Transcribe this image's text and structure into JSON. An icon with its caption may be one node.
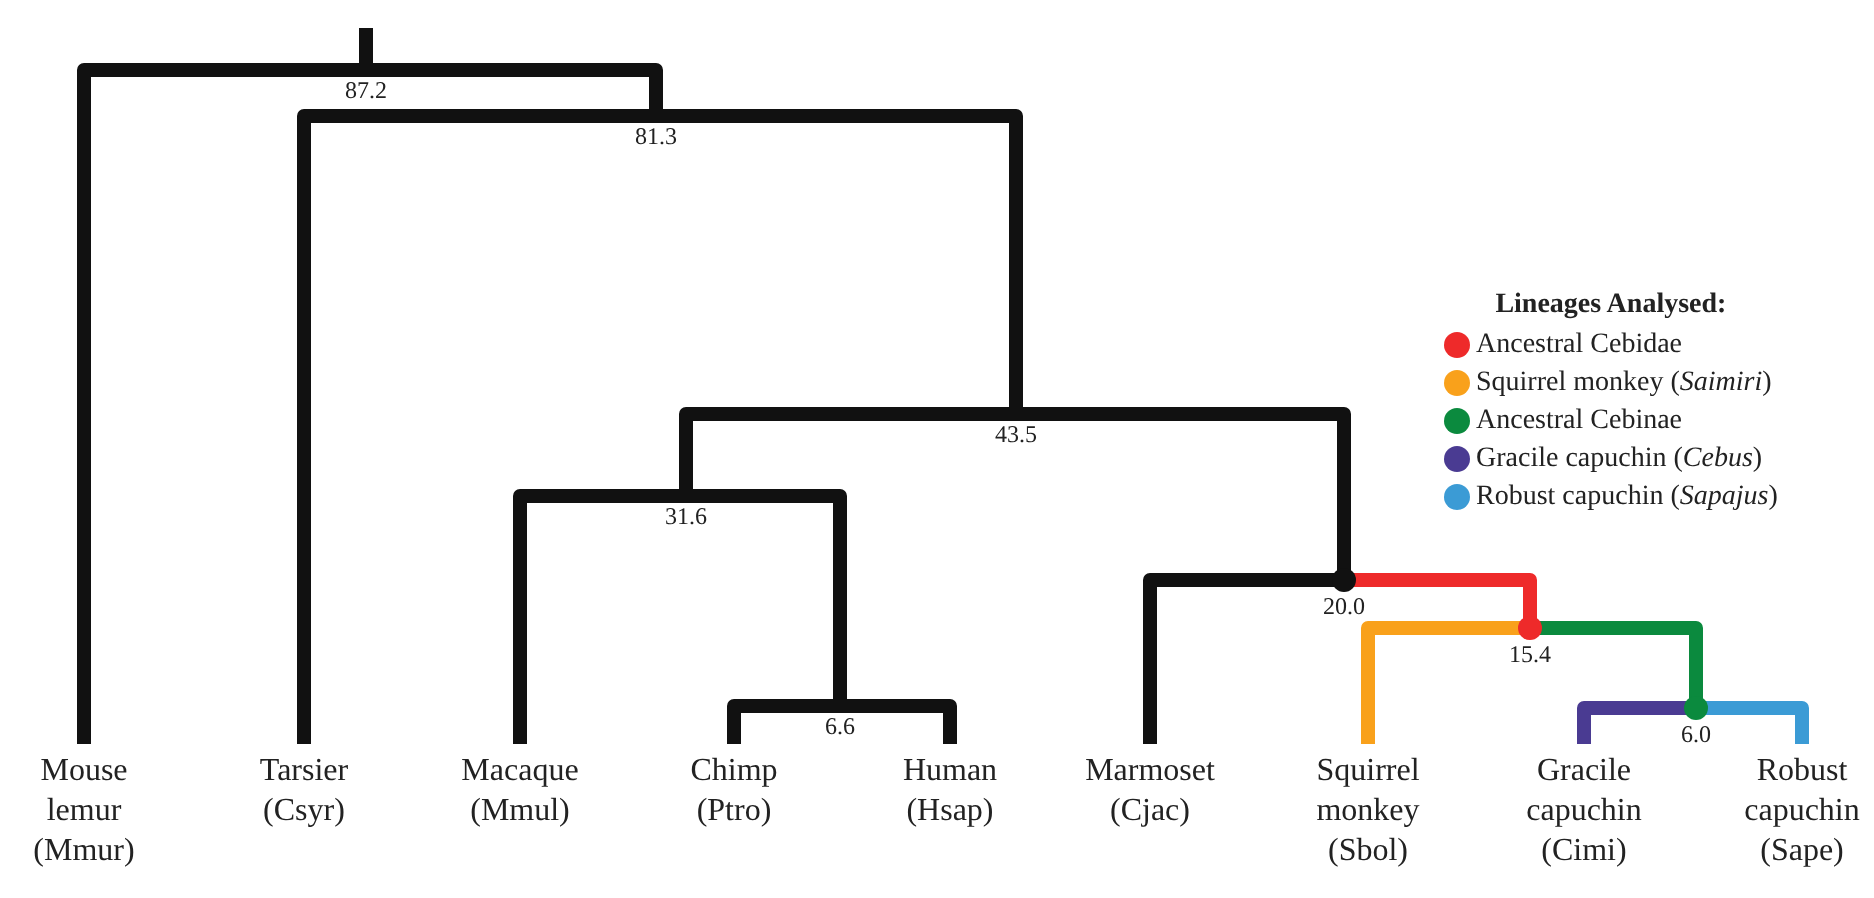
{
  "diagram": {
    "nodes": [
      {
        "text": [
          "87.2"
        ]
      },
      {
        "text": [
          "81.3"
        ]
      },
      {
        "text": [
          "43.5"
        ]
      },
      {
        "text": [
          "31.6"
        ]
      },
      {
        "text": [
          "6.6"
        ]
      },
      {
        "text": [
          "20.0"
        ]
      },
      {
        "text": [
          "15.4"
        ]
      },
      {
        "text": [
          "6.0"
        ]
      },
      {
        "text": [
          "Mouse lemur (Mmur)"
        ]
      },
      {
        "text": [
          "Tarsier (Csyr)"
        ]
      },
      {
        "text": [
          "Macaque (Mmul)"
        ]
      },
      {
        "text": [
          "Chimp (Ptro)"
        ]
      },
      {
        "text": [
          "Human (Hsap)"
        ]
      },
      {
        "text": [
          "Marmoset (Cjac)"
        ]
      },
      {
        "text": [
          "Squirrel monkey (Sbol)"
        ]
      },
      {
        "text": [
          "Gracile capuchin (Cimi)"
        ]
      },
      {
        "text": [
          "Robust capuchin (Sape)"
        ]
      }
    ],
    "edges": [
      {
        "from": null,
        "to": 0,
        "arrow": "none"
      },
      {
        "from": 0,
        "to": 8,
        "arrow": "none"
      },
      {
        "from": 0,
        "to": 1,
        "arrow": "none"
      },
      {
        "from": 1,
        "to": 9,
        "arrow": "none"
      },
      {
        "from": 1,
        "to": 2,
        "arrow": "none"
      },
      {
        "from": 2,
        "to": 3,
        "arrow": "none"
      },
      {
        "from": 2,
        "to": 5,
        "arrow": "none"
      },
      {
        "from": 3,
        "to": 10,
        "arrow": "none"
      },
      {
        "from": 3,
        "to": 4,
        "arrow": "none"
      },
      {
        "from": 4,
        "to": 11,
        "arrow": "none"
      },
      {
        "from": 4,
        "to": 12,
        "arrow": "none"
      },
      {
        "from": 5,
        "to": 13,
        "arrow": "none"
      },
      {
        "from": 5,
        "to": 6,
        "arrow": "none",
        "color": "#ee2a2a"
      },
      {
        "from": 6,
        "to": 14,
        "arrow": "none",
        "color": "#f9a11b"
      },
      {
        "from": 6,
        "to": 7,
        "arrow": "none",
        "color": "#0b8a3e"
      },
      {
        "from": 7,
        "to": 15,
        "arrow": "none",
        "color": "#4a3b92"
      },
      {
        "from": 7,
        "to": 16,
        "arrow": "none",
        "color": "#3b9bd5"
      }
    ],
    "labels": [
      "Lineages Analysed:"
    ],
    "legend": [
      {
        "text": "Ancestral Cebidae",
        "color": "#ee2a2a"
      },
      {
        "text": "Squirrel monkey (*Saimiri*)",
        "color": "#f9a11b"
      },
      {
        "text": "Ancestral Cebinae",
        "color": "#0b8a3e"
      },
      {
        "text": "Gracile capuchin (*Cebus*)",
        "color": "#4a3b92"
      },
      {
        "text": "Robust capuchin (*Sapajus*)",
        "color": "#3b9bd5"
      }
    ]
  }
}
